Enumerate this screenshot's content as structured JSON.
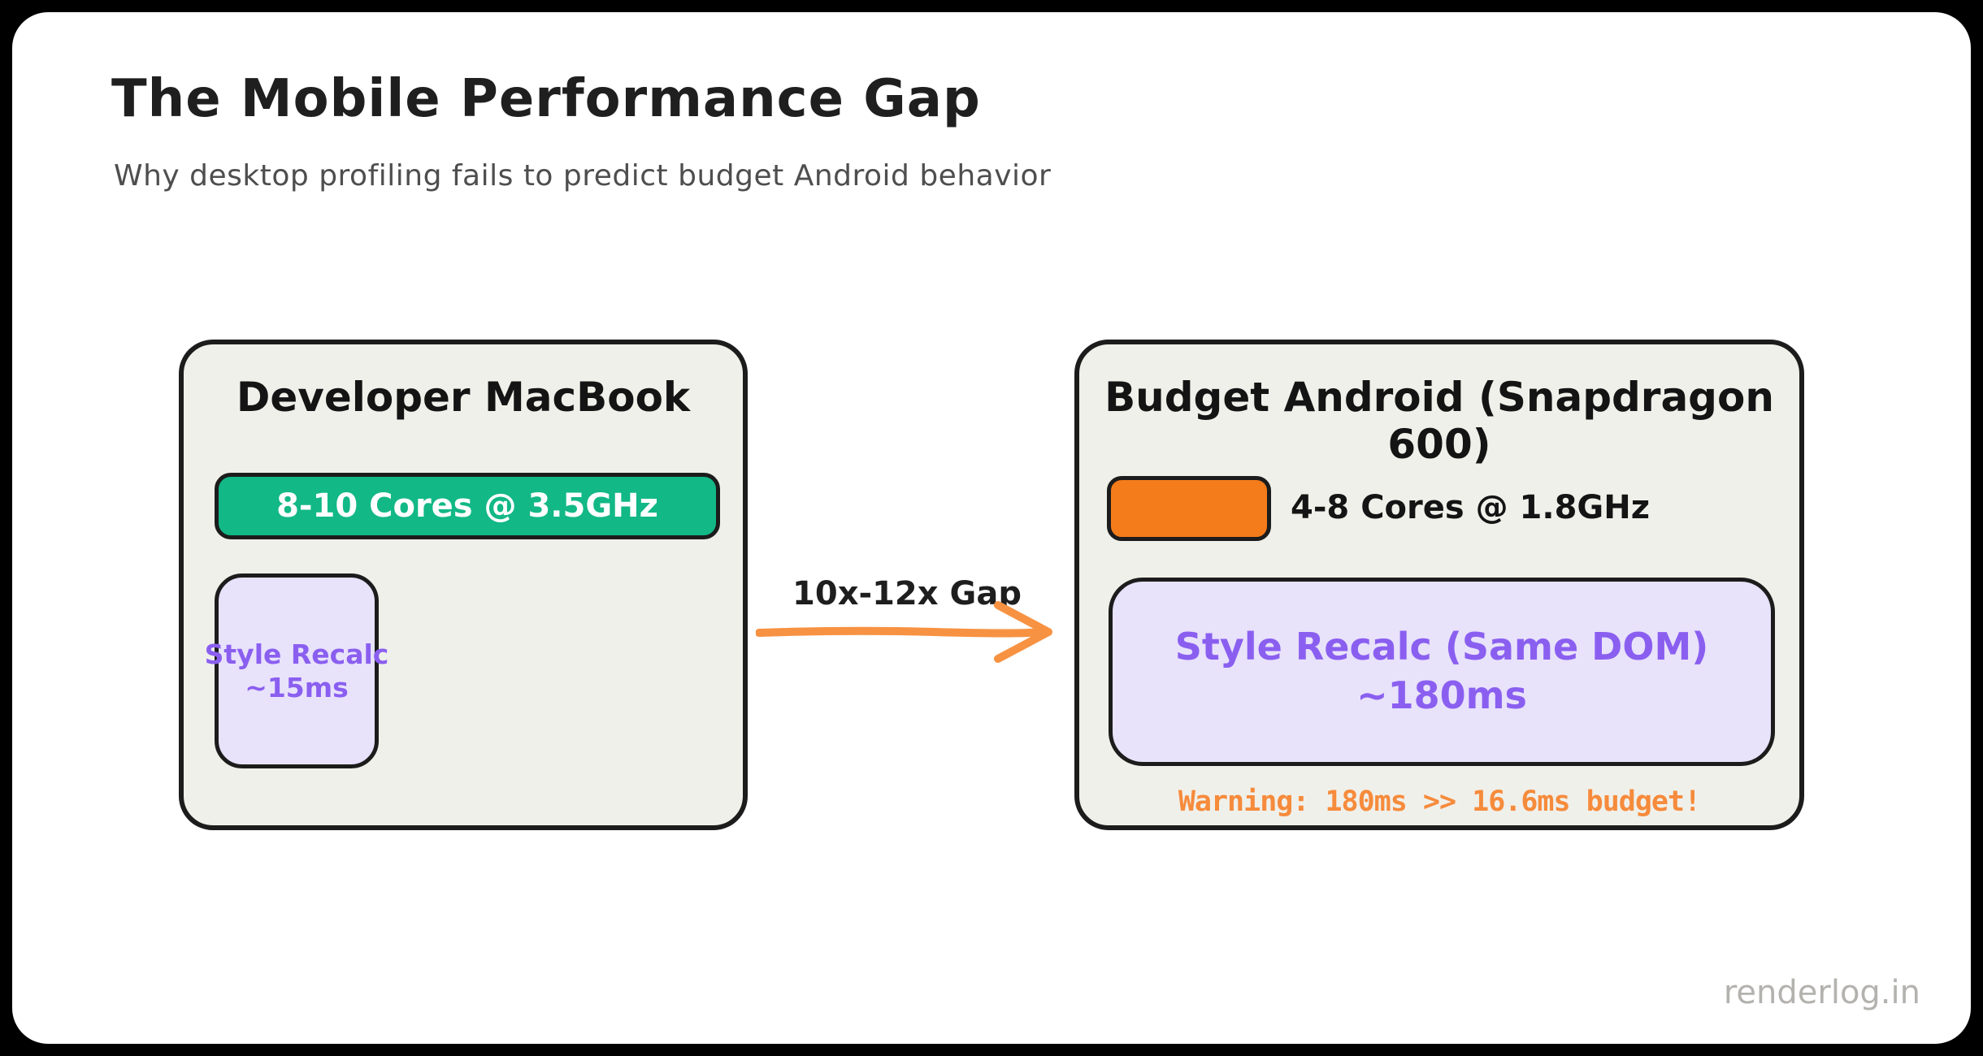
{
  "header": {
    "title": "The Mobile Performance Gap",
    "subtitle": "Why desktop profiling fails to predict budget Android behavior"
  },
  "macbook": {
    "title": "Developer MacBook",
    "cpu_bar_label": "8-10 Cores @ 3.5GHz",
    "recalc": {
      "line1": "Style Recalc",
      "line2": "~15ms"
    }
  },
  "gap": {
    "label": "10x-12x Gap"
  },
  "android": {
    "title": "Budget Android (Snapdragon 600)",
    "cpu_label": "4-8 Cores @ 1.8GHz",
    "recalc": {
      "line1": "Style Recalc (Same DOM)",
      "line2": "~180ms"
    },
    "warning": "Warning: 180ms >> 16.6ms budget!"
  },
  "footer": {
    "watermark": "renderlog.in"
  },
  "colors": {
    "outer_background": "#000000",
    "canvas_background": "#ffffff",
    "panel_background": "#f0f0ea",
    "stroke": "#1c1c1c",
    "macbook_cpu_green": "#12b886",
    "android_cpu_orange": "#f57c1a",
    "arrow_orange": "#f79242",
    "warning_orange": "#f68b3c",
    "recalc_fill_purple": "#e8e2fb",
    "recalc_text_purple": "#8a5ff0",
    "subtitle_gray": "#4e4e4e",
    "watermark_gray": "#b4b2ae"
  }
}
